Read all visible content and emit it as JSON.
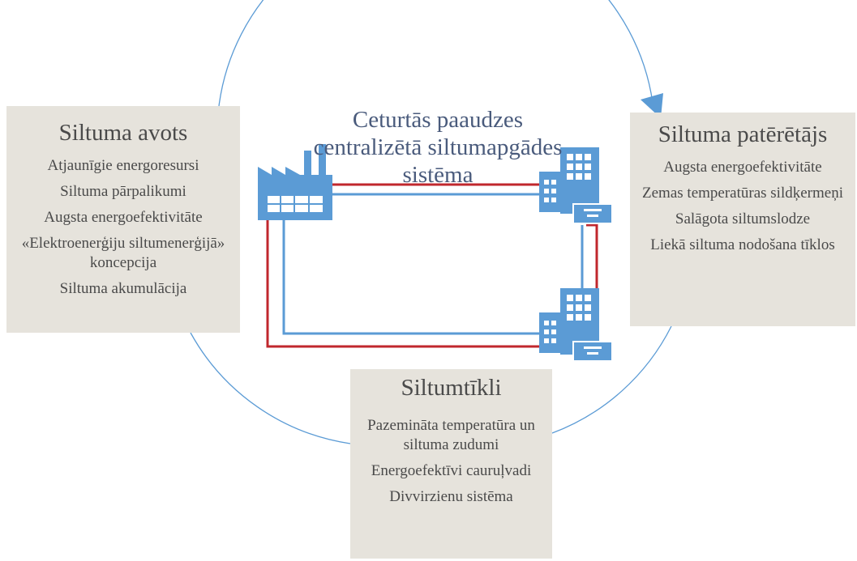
{
  "center_title": "Ceturtās paaudzes centralizētā siltumapgādes sistēma",
  "source": {
    "title": "Siltuma avots",
    "items": [
      "Atjaunīgie energoresursi",
      "Siltuma pārpalikumi",
      "Augsta energoefektivitāte",
      "«Elektroenerģiju siltumenerģijā» koncepcija",
      "Siltuma akumulācija"
    ]
  },
  "consumer": {
    "title": "Siltuma patērētājs",
    "items": [
      "Augsta energoefektivitāte",
      "Zemas temperatūras sildķermeņi",
      "Salāgota siltumslodze",
      "Liekā siltuma nodošana tīklos"
    ]
  },
  "network": {
    "title": "Siltumtīkli",
    "items": [
      "Pazemināta temperatūra un siltuma zudumi",
      "Energoefektīvi cauruļvadi",
      "Divvirzienu sistēma"
    ]
  },
  "colors": {
    "box_fill": "#e6e3dc",
    "icon_blue": "#5b9bd5",
    "supply_pipe": "#c0272d",
    "return_pipe": "#5b9bd5",
    "cycle_line": "#5b9bd5",
    "text": "#4a4a4a",
    "title_text": "#4a5b7c"
  },
  "icons": [
    "factory-icon",
    "building-icon",
    "heat-exchanger-icon",
    "cycle-arrow-icon"
  ]
}
